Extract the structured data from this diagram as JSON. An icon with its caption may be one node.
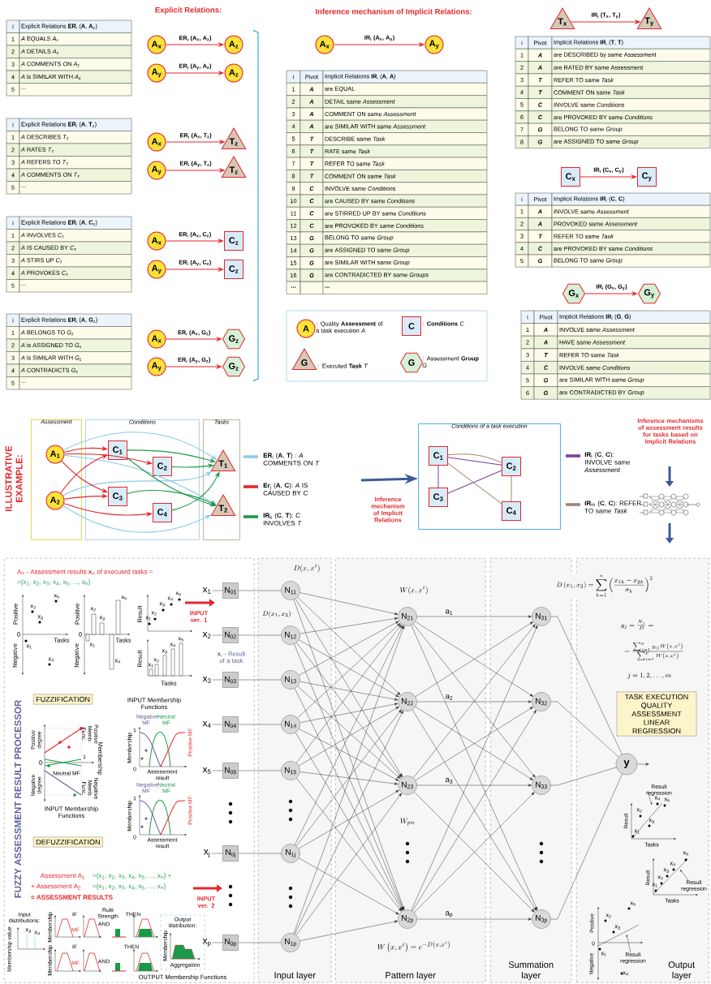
{
  "diagram": {
    "nodes": [
      {
        "text": [
          "A$_{x}$"
        ]
      },
      {
        "text": [
          "A$_{z}$"
        ]
      },
      {
        "text": [
          "A$_{y}$"
        ]
      },
      {
        "text": [
          "A$_{z}$"
        ]
      },
      {
        "text": [
          "A$_{x}$"
        ]
      },
      {
        "text": [
          "T$_{z}$"
        ]
      },
      {
        "text": [
          "A$_{y}$"
        ]
      },
      {
        "text": [
          "T$_{z}$"
        ]
      },
      {
        "text": [
          "A$_{x}$"
        ]
      },
      {
        "text": [
          "C$_{z}$"
        ]
      },
      {
        "text": [
          "A$_{y}$"
        ]
      },
      {
        "text": [
          "C$_{z}$"
        ]
      },
      {
        "text": [
          "A$_{x}$"
        ]
      },
      {
        "text": [
          "G$_{z}$"
        ]
      },
      {
        "text": [
          "A$_{y}$"
        ]
      },
      {
        "text": [
          "G$_{z}$"
        ]
      },
      {
        "text": [
          "A$_{x}$"
        ]
      },
      {
        "text": [
          "A$_{y}$"
        ]
      },
      {
        "text": [
          "T$_{x}$"
        ]
      },
      {
        "text": [
          "T$_{y}$"
        ]
      },
      {
        "text": [
          "C$_{x}$"
        ]
      },
      {
        "text": [
          "C$_{y}$"
        ]
      },
      {
        "text": [
          "G$_{x}$"
        ]
      },
      {
        "text": [
          "G$_{y}$"
        ]
      },
      {
        "text": [],
        "shape": "box"
      },
      {
        "text": [
          "A"
        ],
        "in": 24,
        "beside": [
          ": Quality **Assessment** of a task execution *A*"
        ]
      },
      {
        "text": [
          "C"
        ],
        "in": 24,
        "beside": [
          ": **Conditions** *C*"
        ]
      },
      {
        "text": [
          "G"
        ],
        "in": 24,
        "beside": [
          ": Executed **Task** *T*"
        ]
      },
      {
        "text": [
          "G"
        ],
        "in": 24,
        "beside": [
          ": Assessment **Group** *G*"
        ]
      },
      {
        "text": [
          "Assessment"
        ]
      },
      {
        "text": [
          "Conditions"
        ]
      },
      {
        "text": [
          "Tasks"
        ]
      },
      {
        "text": [
          "A$_{1}$"
        ],
        "in": 29
      },
      {
        "text": [
          "A$_{2}$"
        ],
        "in": 29
      },
      {
        "text": [
          "C$_{1}$"
        ],
        "in": 30
      },
      {
        "text": [
          "C$_{2}$"
        ],
        "in": 30
      },
      {
        "text": [
          "C$_{3}$"
        ],
        "in": 30
      },
      {
        "text": [
          "C$_{4}$"
        ],
        "in": 30
      },
      {
        "text": [
          "T$_{1}$"
        ],
        "in": 31
      },
      {
        "text": [
          "T$_{2}$"
        ],
        "in": 31
      },
      {
        "text": [
          "Conditions of a task execution"
        ]
      },
      {
        "text": [
          "C$_{1}$"
        ],
        "in": 40
      },
      {
        "text": [
          "C$_{2}$"
        ],
        "in": 40
      },
      {
        "text": [
          "C$_{3}$"
        ],
        "in": 40
      },
      {
        "text": [
          "C$_{4}$"
        ],
        "in": 40
      },
      {
        "text": [
          "FUZZY ASSESSMENT RESULT PROCESSOR"
        ]
      },
      {
        "text": [
          "FUZZIFICATION"
        ],
        "in": 45
      },
      {
        "text": [
          "DEFUZZIFICATION"
        ],
        "in": 45
      },
      {
        "text": [
          "x$_{1}$"
        ],
        "in": 45
      },
      {
        "text": [
          "x$_{2}$"
        ],
        "in": 45
      },
      {
        "text": [
          "x$_{3}$"
        ],
        "in": 45
      },
      {
        "text": [
          "x$_{4}$"
        ],
        "in": 45
      },
      {
        "text": [
          "x$_{5}$"
        ],
        "in": 45
      },
      {
        "text": [
          "x$_{j}$"
        ],
        "in": 45
      },
      {
        "text": [
          "x$_{p}$"
        ],
        "in": 45
      },
      {
        "text": [
          "N$_{01}$"
        ],
        "in": 45
      },
      {
        "text": [
          "N$_{02}$"
        ],
        "in": 45
      },
      {
        "text": [
          "N$_{03}$"
        ],
        "in": 45
      },
      {
        "text": [
          "N$_{04}$"
        ],
        "in": 45
      },
      {
        "text": [
          "N$_{05}$"
        ],
        "in": 45
      },
      {
        "text": [
          "N$_{0j}$"
        ],
        "in": 45
      },
      {
        "text": [
          "N$_{0p}$"
        ],
        "in": 45
      },
      {
        "text": [
          "Input layer"
        ]
      },
      {
        "text": [
          "N$_{11}$"
        ],
        "in": 62
      },
      {
        "text": [
          "N$_{12}$"
        ],
        "in": 62
      },
      {
        "text": [
          "N$_{13}$"
        ],
        "in": 62
      },
      {
        "text": [
          "N$_{14}$"
        ],
        "in": 62
      },
      {
        "text": [
          "N$_{15}$"
        ],
        "in": 62
      },
      {
        "text": [
          "N$_{1j}$"
        ],
        "in": 62
      },
      {
        "text": [
          "N$_{1p}$"
        ],
        "in": 62
      },
      {
        "text": [
          "Pattern layer"
        ]
      },
      {
        "text": [
          "N$_{21}$"
        ],
        "in": 70
      },
      {
        "text": [
          "N$_{22}$"
        ],
        "in": 70
      },
      {
        "text": [
          "N$_{23}$"
        ],
        "in": 70
      },
      {
        "text": [
          "N$_{2p}$"
        ],
        "in": 70
      },
      {
        "text": [
          "Summation layer"
        ]
      },
      {
        "text": [
          "N$_{31}$"
        ],
        "in": 75
      },
      {
        "text": [
          "N$_{32}$"
        ],
        "in": 75
      },
      {
        "text": [
          "N$_{33}$"
        ],
        "in": 75
      },
      {
        "text": [
          "N$_{3p}$"
        ],
        "in": 75
      },
      {
        "text": [
          "Output layer"
        ]
      },
      {
        "text": [
          "y"
        ],
        "in": 80
      },
      {
        "text": [
          "TASK EXECUTION QUALITY ASSESSMENT LINEAR REGRESSION"
        ],
        "in": 80
      }
    ],
    "edges": [
      {
        "from": 0,
        "to": 1,
        "arrow": "to",
        "label": "ER$_{i}$ (A$_{x}$, A$_{z}$)",
        "color": "#e5262b"
      },
      {
        "from": 2,
        "to": 3,
        "arrow": "to",
        "label": "ER$_{i}$ (A$_{y}$, A$_{z}$)",
        "color": "#e5262b"
      },
      {
        "from": 4,
        "to": 5,
        "arrow": "to",
        "label": "ER$_{i}$ (A$_{x}$, T$_{z}$)",
        "color": "#e5262b"
      },
      {
        "from": 6,
        "to": 7,
        "arrow": "to",
        "label": "ER$_{i}$ (A$_{y}$, T$_{z}$)",
        "color": "#e5262b"
      },
      {
        "from": 8,
        "to": 9,
        "arrow": "to",
        "label": "ER$_{i}$ (A$_{x}$, C$_{z}$)",
        "color": "#e5262b"
      },
      {
        "from": 10,
        "to": 11,
        "arrow": "to",
        "label": "ER$_{i}$ (A$_{y}$, C$_{z}$)",
        "color": "#e5262b"
      },
      {
        "from": 12,
        "to": 13,
        "arrow": "to",
        "label": "ER$_{i}$ (A$_{x}$, G$_{z}$)",
        "color": "#e5262b"
      },
      {
        "from": 14,
        "to": 15,
        "arrow": "to",
        "label": "ER$_{i}$ (A$_{y}$, G$_{z}$)",
        "color": "#e5262b"
      },
      {
        "from": 16,
        "to": 17,
        "arrow": "to",
        "label": "IR$_{i}$ (A$_{x}$, A$_{y}$)",
        "color": "#e5262b"
      },
      {
        "from": 18,
        "to": 19,
        "arrow": "to",
        "label": "IR$_{i}$ (T$_{x}$, T$_{y}$)",
        "color": "#e5262b"
      },
      {
        "from": 20,
        "to": 21,
        "arrow": "to",
        "label": "IR$_{i}$ (C$_{x}$, C$_{y}$)",
        "color": "#e5262b"
      },
      {
        "from": 22,
        "to": 23,
        "arrow": "to",
        "label": "IR$_{i}$ (G$_{x}$, G$_{y}$)",
        "color": "#e5262b"
      },
      {
        "from": 32,
        "to": 38,
        "arrow": "to",
        "color": "#8ccbe8"
      },
      {
        "from": 32,
        "to": 39,
        "arrow": "to",
        "color": "#8ccbe8"
      },
      {
        "from": 33,
        "to": 38,
        "arrow": "to",
        "color": "#8ccbe8"
      },
      {
        "from": 33,
        "to": 39,
        "arrow": "to",
        "color": "#8ccbe8"
      },
      {
        "from": 32,
        "to": 34,
        "arrow": "to",
        "color": "#e5262b"
      },
      {
        "from": 32,
        "to": 35,
        "arrow": "to",
        "color": "#e5262b"
      },
      {
        "from": 32,
        "to": 36,
        "arrow": "to",
        "color": "#e5262b"
      },
      {
        "from": 33,
        "to": 34,
        "arrow": "to",
        "color": "#e5262b"
      },
      {
        "from": 33,
        "to": 36,
        "arrow": "to",
        "color": "#e5262b"
      },
      {
        "from": 33,
        "to": 37,
        "arrow": "to",
        "color": "#e5262b"
      },
      {
        "from": 34,
        "to": 38,
        "arrow": "to",
        "color": "#1a9a48"
      },
      {
        "from": 34,
        "to": 39,
        "arrow": "to",
        "color": "#1a9a48"
      },
      {
        "from": 35,
        "to": 38,
        "arrow": "to",
        "color": "#1a9a48"
      },
      {
        "from": 36,
        "to": 39,
        "arrow": "to",
        "color": "#1a9a48"
      },
      {
        "from": 37,
        "to": 38,
        "arrow": "to",
        "color": "#1a9a48"
      },
      {
        "from": null,
        "to": 40,
        "arrow": "to",
        "label": "Inference mechanism of Implicit Relations",
        "style": "thick",
        "color": "#3f5a96"
      },
      {
        "from": 41,
        "to": 42,
        "arrow": "none",
        "color": "#a5866a"
      },
      {
        "from": 41,
        "to": 42,
        "arrow": "none",
        "color": "#7b3fa0"
      },
      {
        "from": 41,
        "to": 43,
        "arrow": "none",
        "color": "#7b3fa0"
      },
      {
        "from": 43,
        "to": 42,
        "arrow": "none",
        "color": "#7b3fa0"
      },
      {
        "from": 41,
        "to": 44,
        "arrow": "none",
        "color": "#a5866a"
      },
      {
        "from": 42,
        "to": 44,
        "arrow": "none",
        "color": "#a5866a"
      },
      {
        "from": 48,
        "to": 55,
        "arrow": "none"
      },
      {
        "from": 49,
        "to": 56,
        "arrow": "none"
      },
      {
        "from": 50,
        "to": 57,
        "arrow": "none"
      },
      {
        "from": 51,
        "to": 58,
        "arrow": "none"
      },
      {
        "from": 52,
        "to": 59,
        "arrow": "none"
      },
      {
        "from": 53,
        "to": 60,
        "arrow": "none"
      },
      {
        "from": 54,
        "to": 61,
        "arrow": "none"
      },
      {
        "from": 55,
        "to": 63,
        "arrow": "none"
      },
      {
        "from": 56,
        "to": 64,
        "arrow": "none"
      },
      {
        "from": 57,
        "to": 65,
        "arrow": "none"
      },
      {
        "from": 58,
        "to": 66,
        "arrow": "none"
      },
      {
        "from": 59,
        "to": 67,
        "arrow": "none"
      },
      {
        "from": 60,
        "to": 68,
        "arrow": "none"
      },
      {
        "from": 61,
        "to": 69,
        "arrow": "none"
      },
      {
        "from": 63,
        "to": 71,
        "arrow": "to"
      },
      {
        "from": 63,
        "to": 72,
        "arrow": "to"
      },
      {
        "from": 63,
        "to": 73,
        "arrow": "to"
      },
      {
        "from": 63,
        "to": 74,
        "arrow": "to"
      },
      {
        "from": 64,
        "to": 71,
        "arrow": "to"
      },
      {
        "from": 64,
        "to": 72,
        "arrow": "to"
      },
      {
        "from": 64,
        "to": 73,
        "arrow": "to"
      },
      {
        "from": 64,
        "to": 74,
        "arrow": "to"
      },
      {
        "from": 65,
        "to": 71,
        "arrow": "to"
      },
      {
        "from": 65,
        "to": 72,
        "arrow": "to"
      },
      {
        "from": 65,
        "to": 73,
        "arrow": "to"
      },
      {
        "from": 65,
        "to": 74,
        "arrow": "to"
      },
      {
        "from": 66,
        "to": 71,
        "arrow": "to"
      },
      {
        "from": 66,
        "to": 72,
        "arrow": "to"
      },
      {
        "from": 66,
        "to": 73,
        "arrow": "to"
      },
      {
        "from": 66,
        "to": 74,
        "arrow": "to"
      },
      {
        "from": 67,
        "to": 71,
        "arrow": "to"
      },
      {
        "from": 67,
        "to": 72,
        "arrow": "to"
      },
      {
        "from": 67,
        "to": 73,
        "arrow": "to"
      },
      {
        "from": 67,
        "to": 74,
        "arrow": "to"
      },
      {
        "from": 68,
        "to": 71,
        "arrow": "to"
      },
      {
        "from": 68,
        "to": 72,
        "arrow": "to"
      },
      {
        "from": 68,
        "to": 73,
        "arrow": "to"
      },
      {
        "from": 68,
        "to": 74,
        "arrow": "to"
      },
      {
        "from": 69,
        "to": 71,
        "arrow": "to"
      },
      {
        "from": 69,
        "to": 72,
        "arrow": "to"
      },
      {
        "from": 69,
        "to": 73,
        "arrow": "to"
      },
      {
        "from": 69,
        "to": 74,
        "arrow": "to"
      },
      {
        "from": 71,
        "to": 76,
        "arrow": "to",
        "label": "a$_{1}$"
      },
      {
        "from": 71,
        "to": 77,
        "arrow": "to"
      },
      {
        "from": 71,
        "to": 78,
        "arrow": "to"
      },
      {
        "from": 71,
        "to": 79,
        "arrow": "to"
      },
      {
        "from": 72,
        "to": 76,
        "arrow": "to"
      },
      {
        "from": 72,
        "to": 77,
        "arrow": "to",
        "label": "a$_{2}$"
      },
      {
        "from": 72,
        "to": 78,
        "arrow": "to"
      },
      {
        "from": 72,
        "to": 79,
        "arrow": "to"
      },
      {
        "from": 73,
        "to": 76,
        "arrow": "to"
      },
      {
        "from": 73,
        "to": 77,
        "arrow": "to"
      },
      {
        "from": 73,
        "to": 78,
        "arrow": "to",
        "label": "a$_{3}$"
      },
      {
        "from": 73,
        "to": 79,
        "arrow": "to"
      },
      {
        "from": 74,
        "to": 76,
        "arrow": "to"
      },
      {
        "from": 74,
        "to": 77,
        "arrow": "to"
      },
      {
        "from": 74,
        "to": 78,
        "arrow": "to"
      },
      {
        "from": 74,
        "to": 79,
        "arrow": "to",
        "label": "a$_{p}$"
      },
      {
        "from": 76,
        "to": 81,
        "arrow": "none"
      },
      {
        "from": 77,
        "to": 81,
        "arrow": "none"
      },
      {
        "from": 78,
        "to": 81,
        "arrow": "none"
      },
      {
        "from": 79,
        "to": 81,
        "arrow": "none"
      },
      {
        "from": 81,
        "to": null,
        "arrow": "to"
      }
    ],
    "labels": [
      "Explicit Relations:",
      "Inference mechanism of Implicit Relations:",
      "i",
      "Explicit Relations **ER**$_{i}$ (**A**, **A**$_{z}$)",
      "1",
      "*A* EQUALS *A*$_{z}$",
      "2",
      "*A* DETAILS *A*$_{z}$",
      "3",
      "*A* COMMENTS ON *A*$_{z}$",
      "4",
      "*A* is SIMILAR WITH *A*$_{z}$",
      "5",
      "...",
      "i",
      "Explicit Relations **ER**$_{i}$ (**A**, **T**$_{z}$)",
      "1",
      "*A* DESCRIBES *T*$_{z}$",
      "2",
      "*A* RATES *T*$_{z}$",
      "3",
      "*A* REFERS TO *T*$_{z}$",
      "4",
      "*A* COMMENTS ON *T*$_{z}$",
      "5",
      "...",
      "i",
      "Explicit Relations **ER**$_{i}$ (**A**, **C**$_{z}$)",
      "1",
      "*A* INVOLVES *C*$_{z}$",
      "2",
      "*A* IS CAUSED BY *C*$_{z}$",
      "3",
      "*A* STIRS UP *C*$_{z}$",
      "4",
      "*A* PROVOKES *C*$_{z}$",
      "5",
      "...",
      "i",
      "Explicit Relations **ER**$_{i}$ (**A**, **G**$_{z}$)",
      "1",
      "*A* BELONGS TO *G*$_{z}$",
      "2",
      "*A* is ASSIGNED TO *G*$_{z}$",
      "3",
      "*A* is SIMILAR WITH *G*$_{z}$",
      "4",
      "*A* CONTRADICTS *G*$_{z}$",
      "5",
      "...",
      "i",
      "Pivot",
      "Implicit Relations **IR**$_{i}$ (**A**, **A**)",
      "1",
      "A",
      "are EQUAL",
      "2",
      "A",
      "DETAIL same *Assessment*",
      "3",
      "A",
      "COMMENT ON same *Assessment*",
      "4",
      "A",
      "are SIMILAR WITH same *Assessment*",
      "5",
      "T",
      "DESCRIBE same *Task*",
      "6",
      "T",
      "RATE same *Task*",
      "7",
      "T",
      "REFER TO same *Task*",
      "8",
      "T",
      "COMMENT ON same *Task*",
      "9",
      "C",
      "INVOLVE same *Conditions*",
      "10",
      "C",
      "are CAUSED BY same *Conditions*",
      "11",
      "C",
      "are STIRRED UP BY same *Conditions*",
      "12",
      "C",
      "are PROVOKED BY *same Conditions*",
      "13",
      "G",
      "BELONG TO same *Group*",
      "14",
      "G",
      "are ASSIGNED TO same *Group*",
      "15",
      "G",
      "are SIMILAR WITH same *Group*",
      "16",
      "G",
      "are CONTRADICTED BY same *Groups*",
      "...",
      "...",
      "i",
      "Pivot",
      "Implicit Relations **IR**$_{i}$ (**T**, **T**)",
      "1",
      "A",
      "are DESCRIBED by same Assessment",
      "2",
      "A",
      "are RATED BY same Assessment",
      "3",
      "T",
      "REFER TO same *Task*",
      "4",
      "T",
      "COMMENT ON same *Task*",
      "5",
      "C",
      "INVOLVE same *Conditions*",
      "6",
      "C",
      "are PROVOKED BY same *Conditions*",
      "7",
      "G",
      "BELONG TO same *Group*",
      "8",
      "G",
      "are ASSIGNED TO same *Group*",
      "i",
      "Pivot",
      "Implicit Relations **IR**$_{i}$ (**C**, **C**)",
      "1",
      "A",
      "INVOLVE same *Assessment*",
      "2",
      "A",
      "PROVOKED same *Assessment*",
      "3",
      "T",
      "REFER TO same *Task*",
      "4",
      "C",
      "are PROVOKED BY same *Conditions*",
      "5",
      "G",
      "BELONG TO same *Group*",
      "i",
      "Pivot",
      "Implicit Relations **IR**$_{i}$ (**G**, **G**)",
      "1",
      "A",
      "INVOLVE same *Assessment*",
      "2",
      "A",
      "HAVE same *Assessment*",
      "3",
      "T",
      "REFER TO same *Task*",
      "4",
      "C",
      "INVOLVE same *Conditions*",
      "5",
      "G",
      "are SIMILAR WITH same *Group*",
      "6",
      "G",
      "are CONTRADICTED BY *Group*",
      "ILLUSTRATIVE EXAMPLE:",
      "Inference mechanisms of assessment results for tasks based on Implicit Relations",
      "A$_{n}$ - Assessment results **x**$_{n}$ of executed tasks =",
      "={x$_{1}$, x$_{2}$, x$_{3}$, x$_{4}$, x$_{5}$, ..., x$_{n}$}",
      "Positive",
      "0",
      "Negative",
      "Tasks",
      "x$_{1}$",
      "x$_{2}$",
      "x$_{3}$",
      "x$_{4}$",
      "x$_{5}$",
      "Positive",
      "0",
      "Negative",
      "Tasks",
      "x$_{1}$",
      "x$_{2}$",
      "x$_{3}$",
      "x$_{4}$",
      "x$_{5}$",
      "Result",
      "x$_{1}$",
      "x$_{2}$",
      "x$_{3}$",
      "x$_{4}$",
      "x$_{5}$",
      "Result",
      "Tasks",
      "x$_{1}$",
      "x$_{2}$",
      "x$_{3}$",
      "x$_{4}$",
      "x$_{5}$",
      "**x**$_{i}$ - Result of a task",
      "INPUT ver. 1",
      "INPUT Membership Functions",
      "Positive degree",
      "0",
      "Negative degree",
      "1",
      "Membership",
      "Positive Memb. Func.",
      "Neutral MF",
      "Negative Memb. Func.",
      "INPUT Membership Functions",
      "Membership",
      "1",
      "0",
      "Assessment result",
      "Negative MF",
      "Neutral MF",
      "Positive MF",
      "Membership",
      "1",
      "0",
      "Assessment result",
      "Negative MF",
      "Neutral MF",
      "Positive MF",
      "Assessment A$_{1}$",
      "={x$_{1}$, x$_{2}$, x$_{3}$, x$_{4}$, x$_{5}$, ..., x$_{n}$} +",
      "+ Assessment A$_{2}$",
      "={x$_{1}$, x$_{2}$, x$_{3}$, x$_{4}$, x$_{5}$, ..., x$_{n}$}",
      "= ASSESSMENT RESULTS",
      "INPUT ver. 2",
      "Input distributions:",
      "Membership value",
      "x$_{3}$",
      "x$_{4}$",
      "Membership",
      "IF",
      "MF",
      "AND",
      "Rule Strength",
      "THEN",
      "Membership",
      "IF",
      "MF",
      "AND",
      "THEN",
      "Output distribution:",
      "Membership",
      "Aggregation",
      "OUTPUT Membership Functions",
      "D(x, x^{i})",
      "D(x_{1}, x_{2})",
      "W(x, x^{i})",
      "W_{pn}",
      "W\\left(x, x^{i}\\right) = e^{-D\\left(x, x^{i}\\right)}",
      "D\\left(x_{1}, x_{2}\\right) = \\sum_{k=1}^{n} \\left(\\frac{x_{1k} - x_{2k}}{\\sigma_{k}}\\right)^{2}",
      "y_{j} = \\frac{N_{j}}{D} =",
      "= \\frac{\\sum_{i=1}^{p} y_{ij} W\\left(x, x^{i}\\right)}{\\sum_{i=1}^{p} W\\left(x, x^{i}\\right)}",
      "j = 1, 2, \\ldots, m",
      "Result regression",
      "Result",
      "Tasks",
      "x$_{1}$",
      "x$_{2}$",
      "x$_{3}$",
      "x$_{4}$",
      "x$_{5}$",
      "Result",
      "Tasks",
      "Result regression",
      "x$_{1}$",
      "x$_{2}$",
      "x$_{3}$",
      "x$_{4}$",
      "x$_{5}$",
      "Positive",
      "0",
      "Negative",
      "Result regression",
      "x$_{1}$",
      "x$_{2}$",
      "x$_{3}$",
      "x$_{4}$",
      "x$_{5}$"
    ],
    "legend": [
      {
        "text": "**ER**$_{i}$ (**A**, **T**) : *A* COMMENTS ON *T*",
        "color": "#8ccbe8"
      },
      {
        "text": "**Er**$_{j}$ (**A**, **C**): *A* IS CAUSED BY *C*",
        "color": "#e5262b"
      },
      {
        "text": "**IR**$_{k}$ (**C**, **T**): *C* INVOLVES *T*",
        "color": "#1a9a48"
      },
      {
        "text": "**IR**$_{l}$ (**C**, **C**): INVOLVE same *Assessment*",
        "color": "#7b3fa0"
      },
      {
        "text": "**IR**$_{m}$ (**C**, **C**): REFER TO same *Task*",
        "color": "#a5866a"
      }
    ]
  }
}
